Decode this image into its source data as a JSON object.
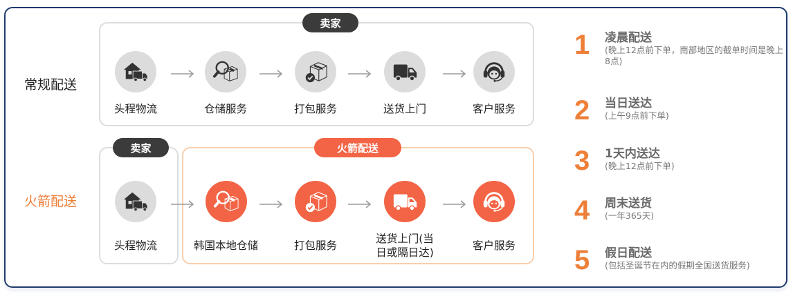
{
  "colors": {
    "accent": "#ee7f38",
    "rocket_red": "#f26445",
    "dark_pill": "#3b3b3b",
    "border_navy": "#1d3a6b",
    "gray_circle": "#dcdcdc"
  },
  "rows": {
    "normal": {
      "label": "常规配送",
      "badge": "卖家",
      "steps": [
        {
          "label": "头程物流",
          "icon": "warehouse-truck-icon"
        },
        {
          "label": "仓储服务",
          "icon": "magnifier-box-icon"
        },
        {
          "label": "打包服务",
          "icon": "box-check-icon"
        },
        {
          "label": "送货上门",
          "icon": "delivery-truck-icon"
        },
        {
          "label": "客户服务",
          "icon": "headset-agent-icon"
        }
      ]
    },
    "rocket": {
      "label": "火箭配送",
      "seller_badge": "卖家",
      "rocket_badge": "火箭配送",
      "steps": [
        {
          "label": "头程物流",
          "icon": "warehouse-truck-icon"
        },
        {
          "label": "韩国本地仓储",
          "icon": "magnifier-box-icon"
        },
        {
          "label": "打包服务",
          "icon": "box-check-icon"
        },
        {
          "label": "送货上门(当",
          "label2": "日或隔日达)",
          "icon": "delivery-truck-icon"
        },
        {
          "label": "客户服务",
          "icon": "headset-agent-icon"
        }
      ]
    }
  },
  "features": [
    {
      "num": "1",
      "title": "凌晨配送",
      "sub": "(晚上12点前下单，南部地区的截单时间是晚上8点)"
    },
    {
      "num": "2",
      "title": "当日送达",
      "sub": "(上午9点前下单)"
    },
    {
      "num": "3",
      "title": "1天内送达",
      "sub": "(晚上12点前下单)"
    },
    {
      "num": "4",
      "title": "周末送货",
      "sub": "(一年365天)"
    },
    {
      "num": "5",
      "title": "假日配送",
      "sub": "(包括圣诞节在内的假期全国送货服务)"
    }
  ]
}
